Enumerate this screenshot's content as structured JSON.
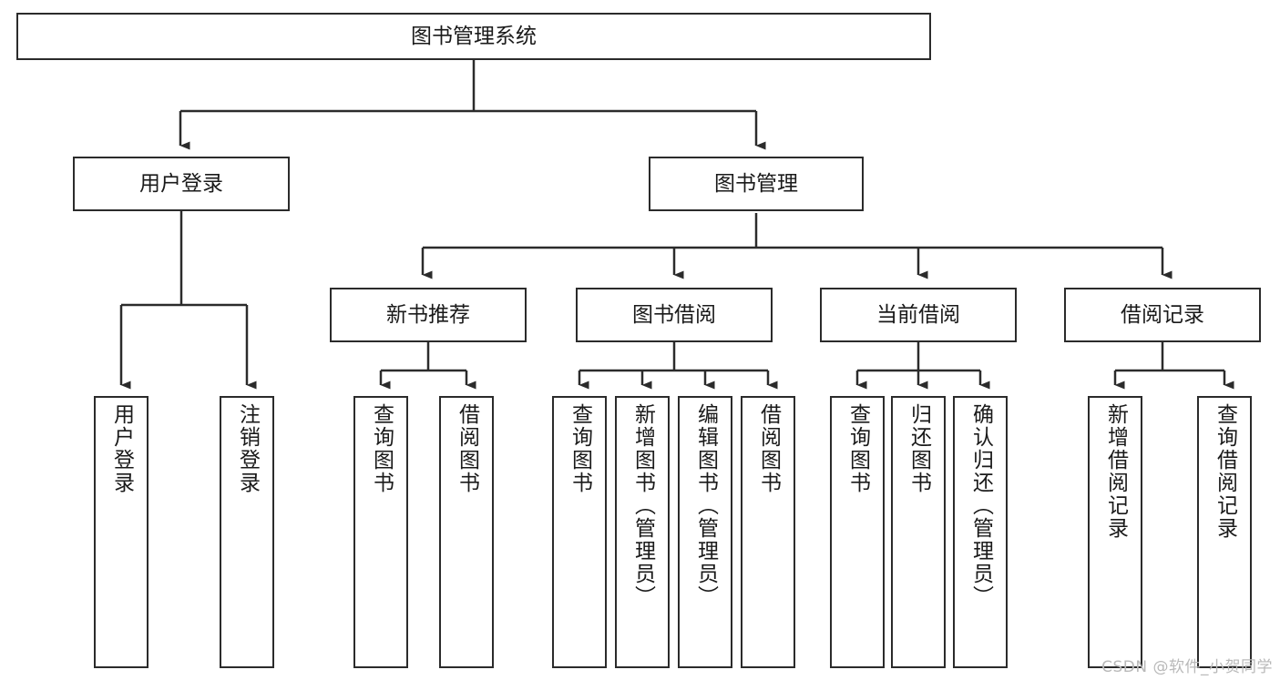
{
  "diagram": {
    "title": "图书管理系统",
    "type": "hierarchy-tree",
    "watermark": "CSDN @软件_小贺同学",
    "colors": {
      "box_border": "#2b2b2b",
      "box_fill": "#ffffff",
      "connector": "#2b2b2b",
      "text": "#1a1a1a",
      "watermark": "#b9b9b9"
    },
    "nodes": {
      "root": {
        "label": "图书管理系统",
        "orientation": "horizontal"
      },
      "level2": [
        {
          "label": "用户登录",
          "orientation": "horizontal"
        },
        {
          "label": "图书管理",
          "orientation": "horizontal"
        }
      ],
      "level3": [
        {
          "label": "新书推荐",
          "orientation": "horizontal"
        },
        {
          "label": "图书借阅",
          "orientation": "horizontal"
        },
        {
          "label": "当前借阅",
          "orientation": "horizontal"
        },
        {
          "label": "借阅记录",
          "orientation": "horizontal"
        }
      ],
      "leaves": [
        {
          "label": "用户登录",
          "orientation": "vertical",
          "parent": "用户登录"
        },
        {
          "label": "注销登录",
          "orientation": "vertical",
          "parent": "用户登录"
        },
        {
          "label": "查询图书",
          "orientation": "vertical",
          "parent": "新书推荐"
        },
        {
          "label": "借阅图书",
          "orientation": "vertical",
          "parent": "新书推荐"
        },
        {
          "label": "查询图书",
          "orientation": "vertical",
          "parent": "图书借阅"
        },
        {
          "label": "新增图书（管理员）",
          "orientation": "vertical",
          "parent": "图书借阅"
        },
        {
          "label": "编辑图书（管理员）",
          "orientation": "vertical",
          "parent": "图书借阅"
        },
        {
          "label": "借阅图书",
          "orientation": "vertical",
          "parent": "图书借阅"
        },
        {
          "label": "查询图书",
          "orientation": "vertical",
          "parent": "当前借阅"
        },
        {
          "label": "归还图书",
          "orientation": "vertical",
          "parent": "当前借阅"
        },
        {
          "label": "确认归还（管理员）",
          "orientation": "vertical",
          "parent": "当前借阅"
        },
        {
          "label": "新增借阅记录",
          "orientation": "vertical",
          "parent": "借阅记录"
        },
        {
          "label": "查询借阅记录",
          "orientation": "vertical",
          "parent": "借阅记录"
        }
      ]
    }
  }
}
